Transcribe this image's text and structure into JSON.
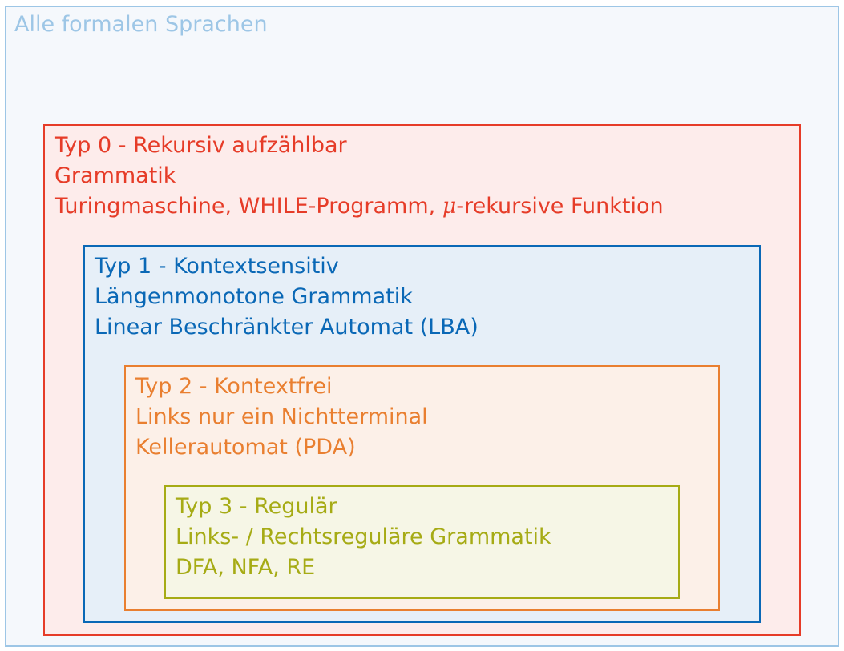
{
  "outer": {
    "title": "Alle formalen Sprachen",
    "color": "#9dc6e6"
  },
  "type0": {
    "title": "Typ 0 - Rekursiv aufzählbar",
    "grammar": "Grammatik",
    "machine_prefix": "Turingmaschine, WHILE-Programm, ",
    "mu": "μ",
    "machine_suffix": "-rekursive Funktion",
    "color": "#e63c28"
  },
  "type1": {
    "title": "Typ 1 - Kontextsensitiv",
    "grammar": "Längenmonotone Grammatik",
    "machine": "Linear Beschränkter Automat (LBA)",
    "color": "#0a68b6"
  },
  "type2": {
    "title": "Typ 2 - Kontextfrei",
    "grammar": "Links nur ein Nichtterminal",
    "machine": "Kellerautomat (PDA)",
    "color": "#e97f30"
  },
  "type3": {
    "title": "Typ 3 - Regulär",
    "grammar": "Links- / Rechtsreguläre Grammatik",
    "machine": "DFA, NFA, RE",
    "color": "#a6ab15"
  }
}
